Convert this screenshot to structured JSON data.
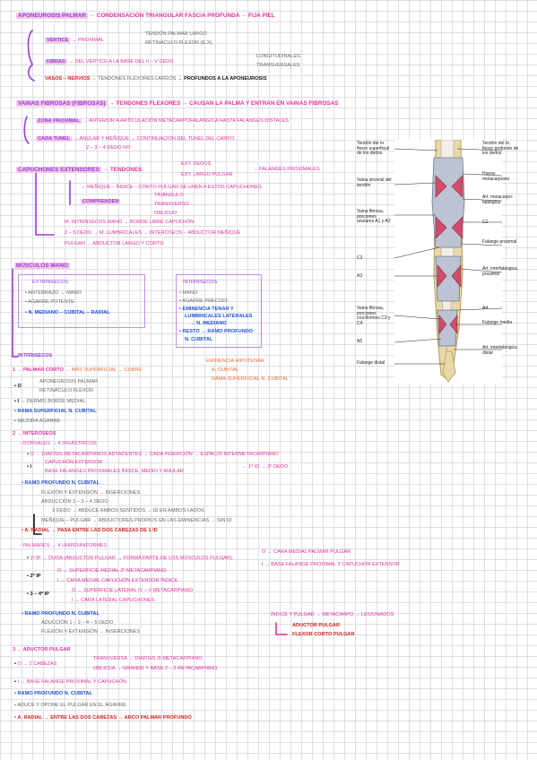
{
  "s1": {
    "title": "APONEUROSIS PALMAR",
    "title_tail": "→ CONDENSACIÓN TRIANGULAR FASCIA PROFUNDA → FIJA PIEL",
    "vertice": "VÉRTICE",
    "vertice_tail": "→ PROXIMAL",
    "vertice_b1": "TENDÓN PALMAR LARGO",
    "vertice_b2": "RETINÁCULO FLEXOR (E.X)",
    "fibras": "FIBRAS",
    "fibras_tail": "→ DEL VÉRTICE A LA BASE DEL II – V DEDO",
    "fibras_b1": "LONGITUDINALES",
    "fibras_b2": "TRANSVERSALES",
    "vasos": "VASOS – NERVIOS",
    "vasos_mid": "→ TENDONES FLEXORES LARGOS",
    "vasos_tail": "→ PROFUNDOS A LA APONEUROSIS"
  },
  "s2": {
    "title": "VAINAS FIBROSAS (FIBROSAS)",
    "title_tail": "→ TENDONES FLEXORES → CAUSAN LA PALMA Y ENTRAN EN VAINAS FIBROSAS",
    "zona": "ZONA PROXIMAL",
    "zona_tail": "→ ANTERIOR A ARTICULACIÓN METACARPOFALÁNGICA HASTA FALANGES DISTALES",
    "cada": "CADA TÚNEL",
    "cada_l1": "→ ANULAR Y MEÑIQUE → CONTINUACIÓN DEL TÚNEL DEL CARPO",
    "cada_l2": "2 – 3 – 4 DEDO NO"
  },
  "s3": {
    "title": "CAPUCHONES EXTENSORES",
    "tendones": "→ TENDONES",
    "t1": "EXT. DEDOS",
    "t2": "EXT. LARGO PULGAR",
    "falanges": "→ FALANGES PROXIMALES",
    "menique": "→ MEÑIQUE – ÍNDICE – CORTO PULGAR SE UNEN A ESTOS CAPUCHONES",
    "comprende": "COMPRENDEN",
    "c1": "TRIÁNGULO",
    "c2": "TRANSVERSO",
    "c3": "OBLICUO",
    "m1": "M. INTRÍNSECOS MANO → BORDE LIBRE CAPUCHÓN",
    "m2": "2 – 5 DEDO → M. LUMBRICALES → INTERÓSEOS – ABDUCTOR MEÑIQUE",
    "m3": "PULGAR → ABDUCTOR LARGO Y CORTO"
  },
  "s4": {
    "title": "MÚSCULOS MANO",
    "extr_title": "EXTRÍNSECOS",
    "extr": [
      "ANTEBRAZO → MANO",
      "AGARRE POTENTE"
    ],
    "extr_nerve": "N. MEDIANO – CUBITAL – RADIAL",
    "intr_title": "INTRÍNSECOS",
    "intr": [
      "MANO",
      "AGARRE PRECISO"
    ],
    "intr_n1": "EMINENCIA TENAR Y",
    "intr_n2": "LUMBRICALES LATERALES",
    "intr_n3": "→ N. MEDIANO",
    "intr_r1": "RESTO → RAMO PROFUNDO",
    "intr_r2": "N. CUBITAL",
    "intrinsecos": "INTRÍNSECOS"
  },
  "s5": {
    "l1": "1 → PALMAR CORTO",
    "l1_tail": "→ MÁS SUPERFICIAL → CUBRE",
    "l1_b1": "EMINENCIA HIPOTENAR",
    "l1_b2": "A. CUBITAL",
    "l1_b3": "RAMA SUPERFICIAL N. CUBITAL",
    "o": "O",
    "o_b1": "APONEUROSIS PALMAR",
    "o_b2": "RETINÁCULO FLEXOR",
    "i": "I",
    "i_tail": "→ DERMIS BORDE MEDIAL",
    "rama": "RAMA SUPERFICIAL N. CUBITAL",
    "mejora": "MEJORA AGARRE",
    "l2": "2 → INTERÓSEOS",
    "dorsales": "DORSALES → 4 DIGÁSTRICOS",
    "d_o": "O → DIÁFISIS METACARPIANOS ADYACENTES → CADA INSERCIÓN → ESPACIO INTERMETACARPIANO",
    "d_i1": "CAPUCHÓN EXTENSOR",
    "d_i2": "BASE FALANGES PROXIMALES ÍNDICE, MEDIO Y ANULAR",
    "d_i_tail": "→ 1º ID → 2º DEDO",
    "d_rama": "RAMO PROFUNDO N. CUBITAL",
    "d_f1": "FLEXIÓN Y EXTENSIÓN → INSERCIONES",
    "d_f2": "ABDUCCIÓN 2 – 3 – 4 DEDO",
    "d_f3": "3 DEDO → ABDUCE AMBOS SENTIDOS → ID EN AMBOS LADOS",
    "d_f4": "MEÑIQUE – PULGAR → ABDUCTORES PROPIOS EN LAS EMINENCIAS → SIN ID",
    "d_art": "A. RADIAL → PASA ENTRE LAS DOS CABEZAS DE 1 ID",
    "palmares": "PALMARES → 4 UNIPENNIFORMES",
    "p1": "1º IP → DUDA (ABDUCTOR PULGAR → FORMA PARTE DE LOS MÚSCULOS PULGAR)",
    "p1_o": "O → CARA MEDIAL PALMAR PULGAR",
    "p1_i": "I → BASE FALANGE PROXIMAL Y CAPUCHÓN EXTENSOR",
    "p2": "2º IP",
    "p2_o": "O → SUPERFICIE MEDIAL 2º METACARPIANO",
    "p2_i": "I → CARA MEDIAL CAPUCHÓN EXTENSOR ÍNDICE",
    "p3": "3 – 4º IP",
    "p3_o": "O → SUPERFICIE LATERAL IV – V METACARPIANO",
    "p3_i": "I → CARA LATERAL CAPUCHONES",
    "p_rama": "RAMO PROFUNDO N. CUBITAL",
    "p_f1": "ADUCCIÓN 1 – 2 – 4 – 5 DEDO",
    "p_f2": "FLEXIÓN Y EXTENSIÓN → INSERCIONES",
    "side1": "ÍNDICE Y PULGAR → METACARPO → LESIONADOS",
    "side2": "ADUCTOR PULGAR",
    "side3": "FLEXOR CORTO PULGAR"
  },
  "s6": {
    "title": "3 → ADUCTOR PULGAR",
    "o": "O → 2 CABEZAS",
    "o_b1": "TRANSVERSA → DIÁFISIS III METACARPIANO",
    "o_b2": "OBLICUA → GRANDE Y BASE 2 – 3 METACARPIANO",
    "i": "I → BASE FALANGE PROXIMAL Y CAPUCHÓN",
    "rama": "RAMO PROFUNDO N. CUBITAL",
    "func": "ADUCE Y OPONE EL PULGAR EN EL AGARRE",
    "art": "A. RADIAL → ENTRE LAS DOS CABEZAS → ARCO PALMAR PROFUNDO"
  },
  "figure": {
    "left": [
      "Tendón del m. flexor superficial de los dedos",
      "Vaina sinovial del tendón",
      "Vaina fibrosa, porciones anulares A1 y A2",
      "C2",
      "A3",
      "Vaina fibrosa, porciones cruciformes C3 y C4",
      "A5",
      "Falange distal"
    ],
    "right": [
      "Tendón del m. flexor profundo de los dedos",
      "Hueso metacarpiano",
      "Art. metacarpo- falángica",
      "C1",
      "Falange proximal",
      "Art. interfalángica proximal",
      "A4",
      "Falange media",
      "Art. interfalángica distal"
    ]
  }
}
